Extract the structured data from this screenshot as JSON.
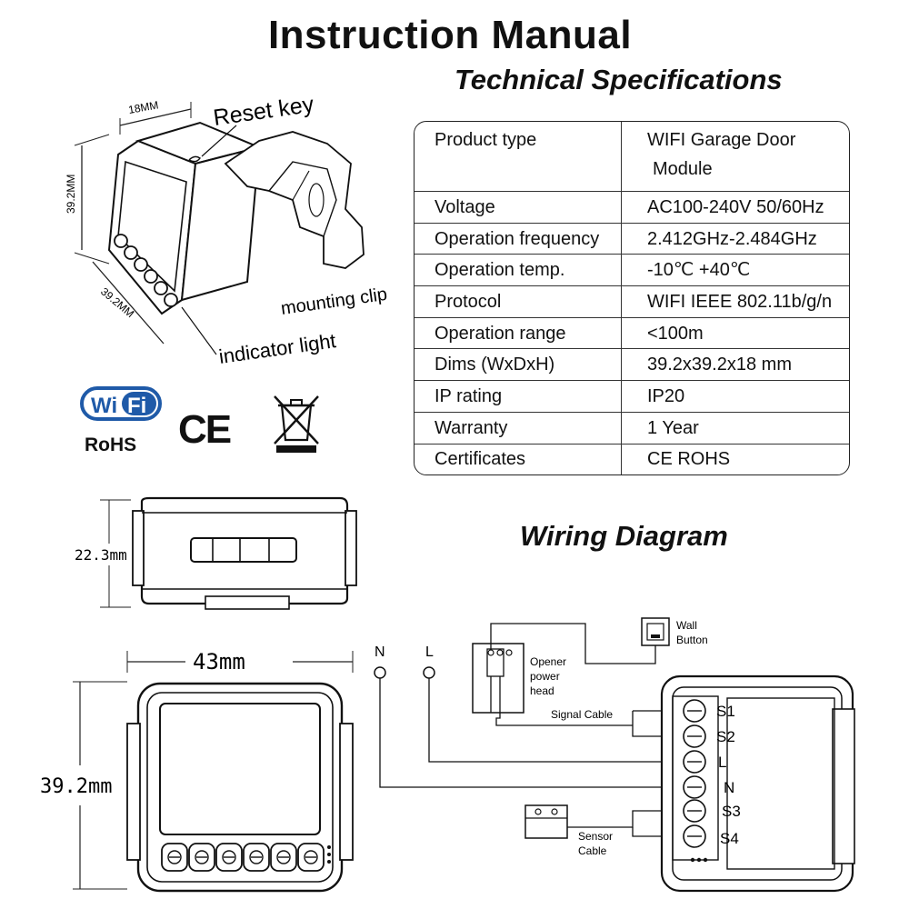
{
  "header": {
    "title": "Instruction Manual",
    "subtitle": "Technical Specifications"
  },
  "device_labels": {
    "reset_key": "Reset key",
    "mounting_clip": "mounting clip",
    "indicator_light": "indicator light",
    "dim_top": "18MM",
    "dim_side": "39.2MM",
    "dim_bottom": "39.2MM"
  },
  "certifications": {
    "wifi": "Wi Fi",
    "wifi_w": "Wi",
    "wifi_f": "Fi",
    "rohs": "RoHS",
    "ce": "CE"
  },
  "specs": [
    {
      "key": "Product type",
      "value": "WIFI Garage Door",
      "value2": "Module"
    },
    {
      "key": "Voltage",
      "value": "AC100-240V 50/60Hz"
    },
    {
      "key": "Operation frequency",
      "value": "2.412GHz-2.484GHz"
    },
    {
      "key": "Operation temp.",
      "value": "-10℃ +40℃"
    },
    {
      "key": "Protocol",
      "value": "WIFI IEEE 802.11b/g/n"
    },
    {
      "key": "Operation range",
      "value": "<100m"
    },
    {
      "key": "Dims (WxDxH)",
      "value": "39.2x39.2x18 mm"
    },
    {
      "key": "IP rating",
      "value": "IP20"
    },
    {
      "key": "Warranty",
      "value": "1 Year"
    },
    {
      "key": "Certificates",
      "value": "CE ROHS"
    }
  ],
  "side_view": {
    "height_label": "22.3mm"
  },
  "front_view": {
    "width_label": "43mm",
    "height_label": "39.2mm"
  },
  "wiring": {
    "title": "Wiring Diagram",
    "n_label": "N",
    "l_label": "L",
    "wall_button_1": "Wall",
    "wall_button_2": "Button",
    "opener_1": "Opener",
    "opener_2": "power",
    "opener_3": "head",
    "signal_cable": "Signal Cable",
    "sensor_1": "Sensor",
    "sensor_2": "Cable",
    "terminals": [
      "S1",
      "S2",
      "L",
      "N",
      "S3",
      "S4"
    ]
  }
}
